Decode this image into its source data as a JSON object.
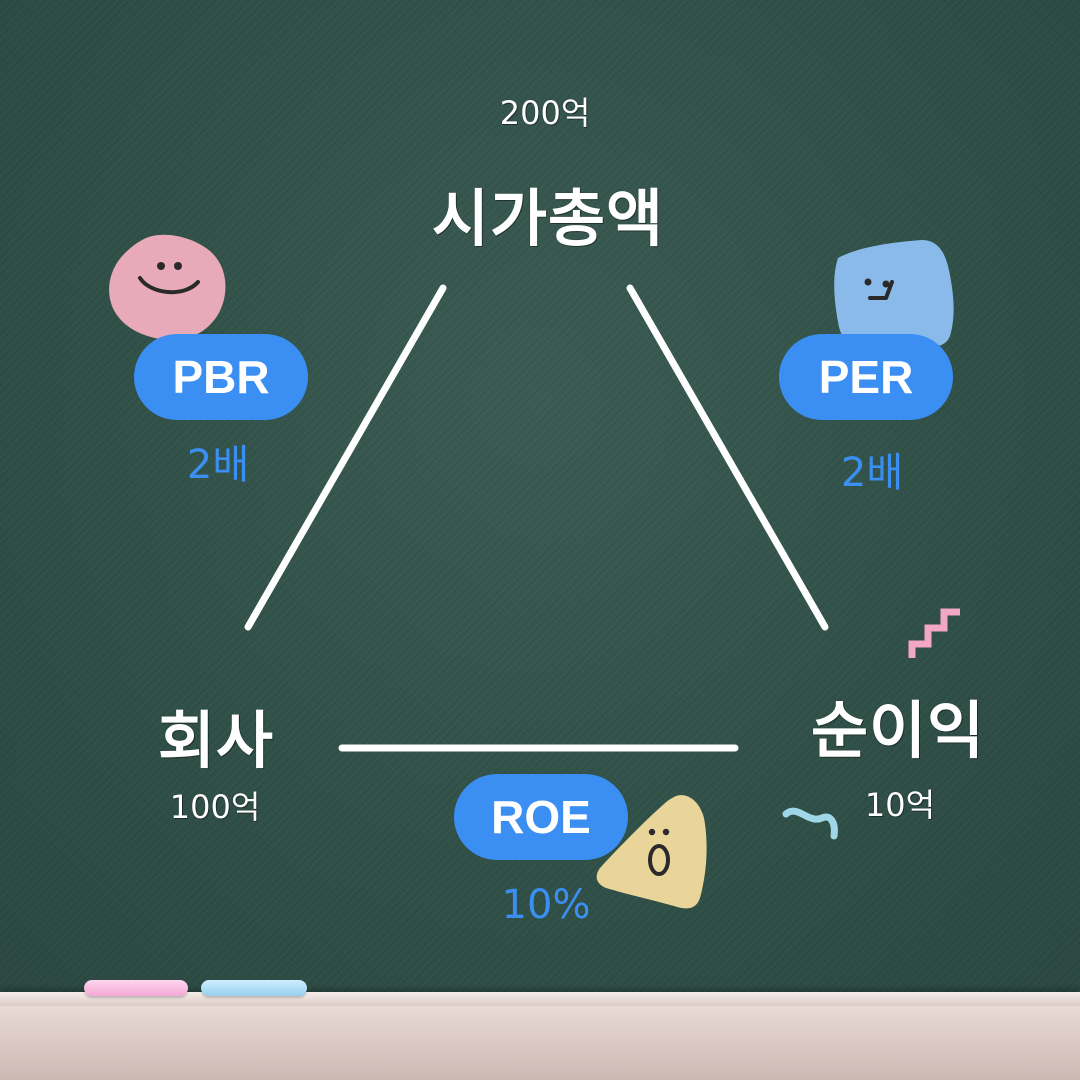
{
  "nodes": {
    "market_cap": {
      "label": "시가총액",
      "value": "200억"
    },
    "company": {
      "label": "회사",
      "value": "100억"
    },
    "net_income": {
      "label": "순이익",
      "value": "10억"
    }
  },
  "ratios": {
    "pbr": {
      "label": "PBR",
      "value": "2배"
    },
    "per": {
      "label": "PER",
      "value": "2배"
    },
    "roe": {
      "label": "ROE",
      "value": "10%"
    }
  },
  "colors": {
    "board": "#2f4f47",
    "pill": "#3b8ff2",
    "chalk_white": "#ffffff"
  },
  "icons": [
    "smiling-blob-icon",
    "face-square-icon",
    "surprised-triangle-icon",
    "zigzag-doodle-icon",
    "squiggle-doodle-icon"
  ]
}
